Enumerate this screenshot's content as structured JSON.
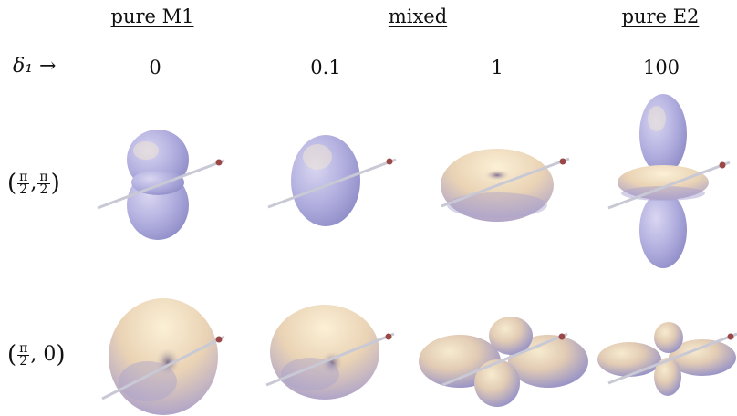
{
  "headers": {
    "pure_m1": "pure M1",
    "mixed": "mixed",
    "pure_e2": "pure E2"
  },
  "delta_label": "δ₁ →",
  "delta_values": [
    "0",
    "0.1",
    "1",
    "100"
  ],
  "rows": [
    {
      "prefix": "(",
      "a_num": "π",
      "a_den": "2",
      "sep": ",",
      "b_num": "π",
      "b_den": "2",
      "suffix": ")"
    },
    {
      "prefix": "(",
      "a_num": "π",
      "a_den": "2",
      "sep": ", 0",
      "suffix": ")"
    }
  ],
  "colors": {
    "lobe_light": "#f3e2bf",
    "lobe_dark": "#8f8dc9",
    "axis": "#c9c9d6",
    "axis_tip": "#9a4747"
  }
}
